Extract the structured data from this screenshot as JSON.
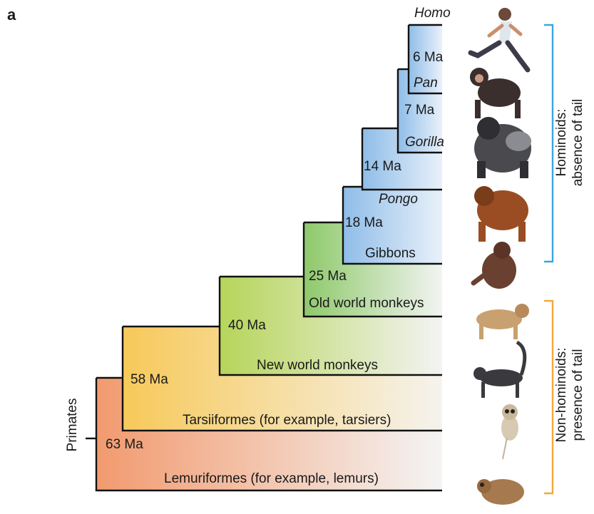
{
  "panel_label": "a",
  "root_label": "Primates",
  "taxa": {
    "homo": "Homo",
    "pan": "Pan",
    "gorilla": "Gorilla",
    "pongo": "Pongo",
    "gibbons": "Gibbons",
    "old_world": "Old world monkeys",
    "new_world": "New world monkeys",
    "tarsiiformes": "Tarsiiformes (for example, tarsiers)",
    "lemuriformes": "Lemuriformes (for example, lemurs)"
  },
  "divergence_times": {
    "homo_pan": "6 Ma",
    "gorilla": "7 Ma",
    "pongo": "14 Ma",
    "gibbons": "18 Ma",
    "old_world": "25 Ma",
    "new_world": "40 Ma",
    "tarsiers": "58 Ma",
    "lemurs": "63 Ma"
  },
  "groups": {
    "hominoids": {
      "line1": "Hominoids:",
      "line2": "absence of tail",
      "color": "#3aa6e0"
    },
    "non_hominoids": {
      "line1": "Non-hominoids:",
      "line2": "presence of tail",
      "color": "#f5a83a"
    }
  },
  "colors": {
    "lemur_fill": "#f29a6e",
    "tarsier_fill": "#f7c95a",
    "nwm_fill": "#b6d55a",
    "owm_fill": "#8ec96a",
    "ape_fill": "#8fbde8"
  },
  "animal_icons": [
    "human-runner-icon",
    "chimpanzee-icon",
    "gorilla-icon",
    "orangutan-icon",
    "gibbon-icon",
    "macaque-icon",
    "spider-monkey-icon",
    "tarsier-icon",
    "lemur-icon"
  ]
}
